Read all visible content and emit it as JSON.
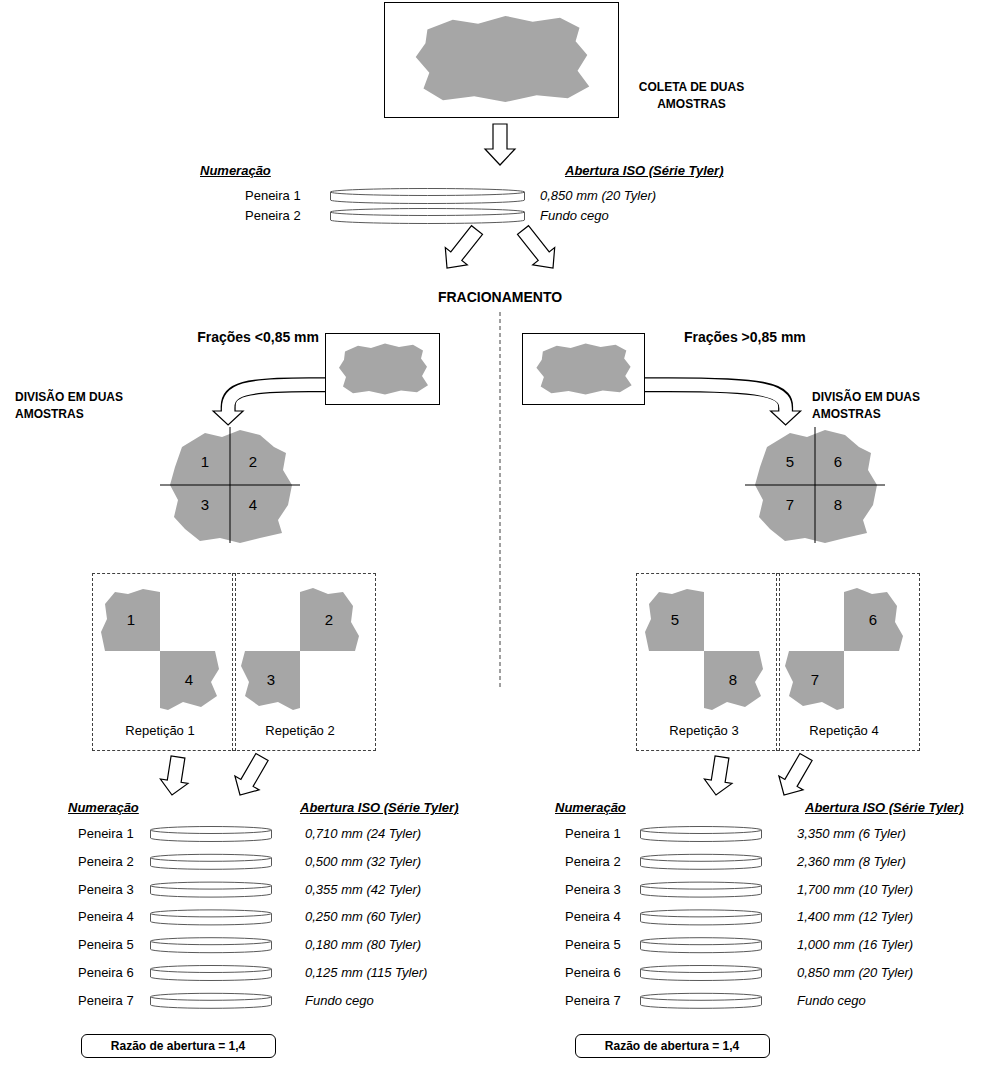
{
  "diagram": {
    "nodes": [
      {
        "text": [
          "COLETA DE DUAS AMOSTRAS"
        ]
      },
      {
        "text": [
          "Frações <0,85 mm"
        ]
      },
      {
        "text": [
          "Frações >0,85 mm"
        ]
      },
      {
        "text": [
          "1",
          "2",
          "3",
          "4"
        ]
      },
      {
        "text": [
          "5",
          "6",
          "7",
          "8"
        ]
      },
      {
        "text": [
          "1",
          "4",
          "Repetição 1"
        ]
      },
      {
        "text": [
          "2",
          "3",
          "Repetição 2"
        ]
      },
      {
        "text": [
          "5",
          "8",
          "Repetição 3"
        ]
      },
      {
        "text": [
          "6",
          "7",
          "Repetição 4"
        ]
      },
      {
        "text": [
          "Razão de abertura = 1,4"
        ]
      },
      {
        "text": [
          "Razão de abertura = 1,4"
        ]
      }
    ],
    "edges": [
      {
        "from": 1,
        "to": 3,
        "arrow": "to"
      },
      {
        "from": 2,
        "to": 4,
        "arrow": "to"
      }
    ],
    "labels": [
      "Numeração",
      "Abertura ISO (Série Tyler)",
      "Peneira 1",
      "0,850 mm (20 Tyler)",
      "Peneira 2",
      "Fundo cego",
      "FRACIONAMENTO",
      "DIVISÃO EM DUAS AMOSTRAS",
      "DIVISÃO EM DUAS AMOSTRAS",
      "Numeração",
      "Abertura ISO (Série Tyler)",
      "Peneira 1",
      "0,710 mm (24 Tyler)",
      "Peneira 2",
      "0,500 mm (32 Tyler)",
      "Peneira 3",
      "0,355 mm (42 Tyler)",
      "Peneira 4",
      "0,250 mm (60 Tyler)",
      "Peneira 5",
      "0,180 mm (80 Tyler)",
      "Peneira 6",
      "0,125 mm (115 Tyler)",
      "Peneira 7",
      "Fundo cego",
      "Numeração",
      "Abertura ISO (Série Tyler)",
      "Peneira 1",
      "3,350 mm (6 Tyler)",
      "Peneira 2",
      "2,360 mm (8 Tyler)",
      "Peneira 3",
      "1,700 mm (10 Tyler)",
      "Peneira 4",
      "1,400 mm (12 Tyler)",
      "Peneira 5",
      "1,000 mm (16 Tyler)",
      "Peneira 6",
      "0,850 mm (20 Tyler)",
      "Peneira 7",
      "Fundo cego"
    ]
  }
}
